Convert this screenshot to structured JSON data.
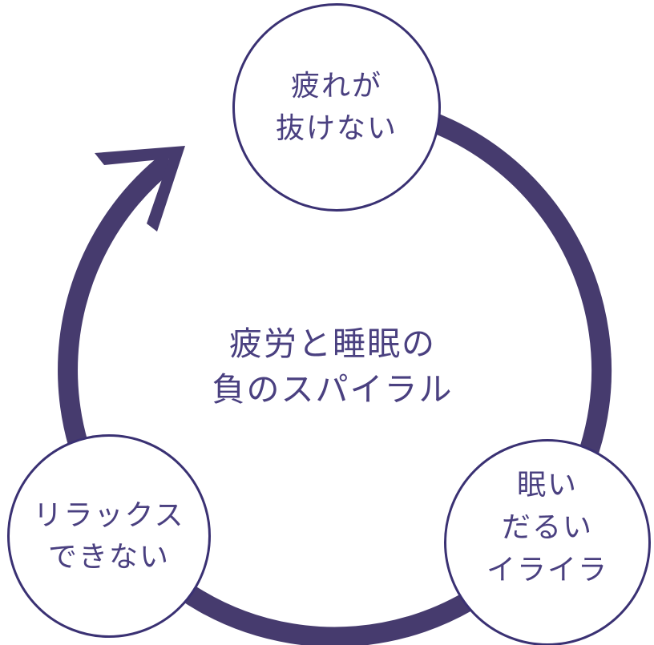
{
  "diagram": {
    "title": {
      "line1": "疲労と睡眠の",
      "line2": "負のスパイラル"
    },
    "nodes": {
      "fatigue": {
        "line1": "疲れが",
        "line2": "抜けない"
      },
      "sleepy": {
        "line1": "眠い",
        "line2": "だるい",
        "line3": "イライラ"
      },
      "relax": {
        "line1": "リラックス",
        "line2": "できない"
      }
    },
    "cycle": {
      "direction": "clockwise",
      "arrow_icon": "curved-cycle-arrow"
    },
    "colors": {
      "background": "#ffffff",
      "arrow": "#463b6e",
      "circle_border": "#3a3173",
      "circle_fill": "#ffffff",
      "text": "#4a4080"
    }
  }
}
